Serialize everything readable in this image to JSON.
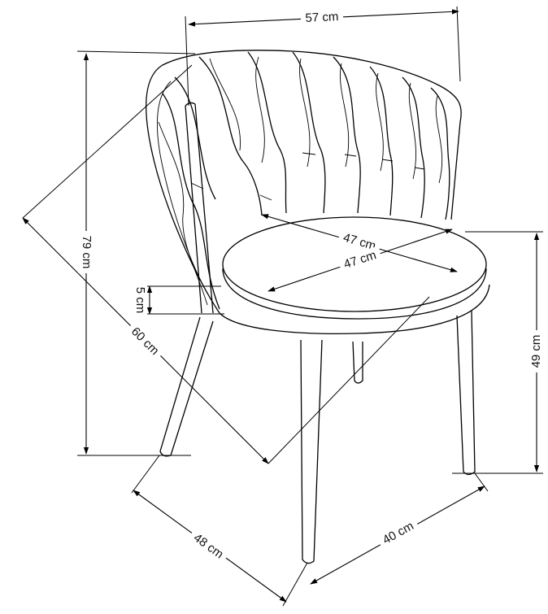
{
  "diagram": {
    "dimensions": [
      {
        "id": "width",
        "label": "57 cm"
      },
      {
        "id": "height",
        "label": "79 cm"
      },
      {
        "id": "diagonal",
        "label": "60 cm"
      },
      {
        "id": "seat-depth",
        "label": "47 cm"
      },
      {
        "id": "seat-width",
        "label": "47 cm"
      },
      {
        "id": "seat-thickness",
        "label": "5 cm"
      },
      {
        "id": "seat-height",
        "label": "49 cm"
      },
      {
        "id": "depth",
        "label": "48 cm"
      },
      {
        "id": "leg-span",
        "label": "40 cm"
      }
    ]
  }
}
